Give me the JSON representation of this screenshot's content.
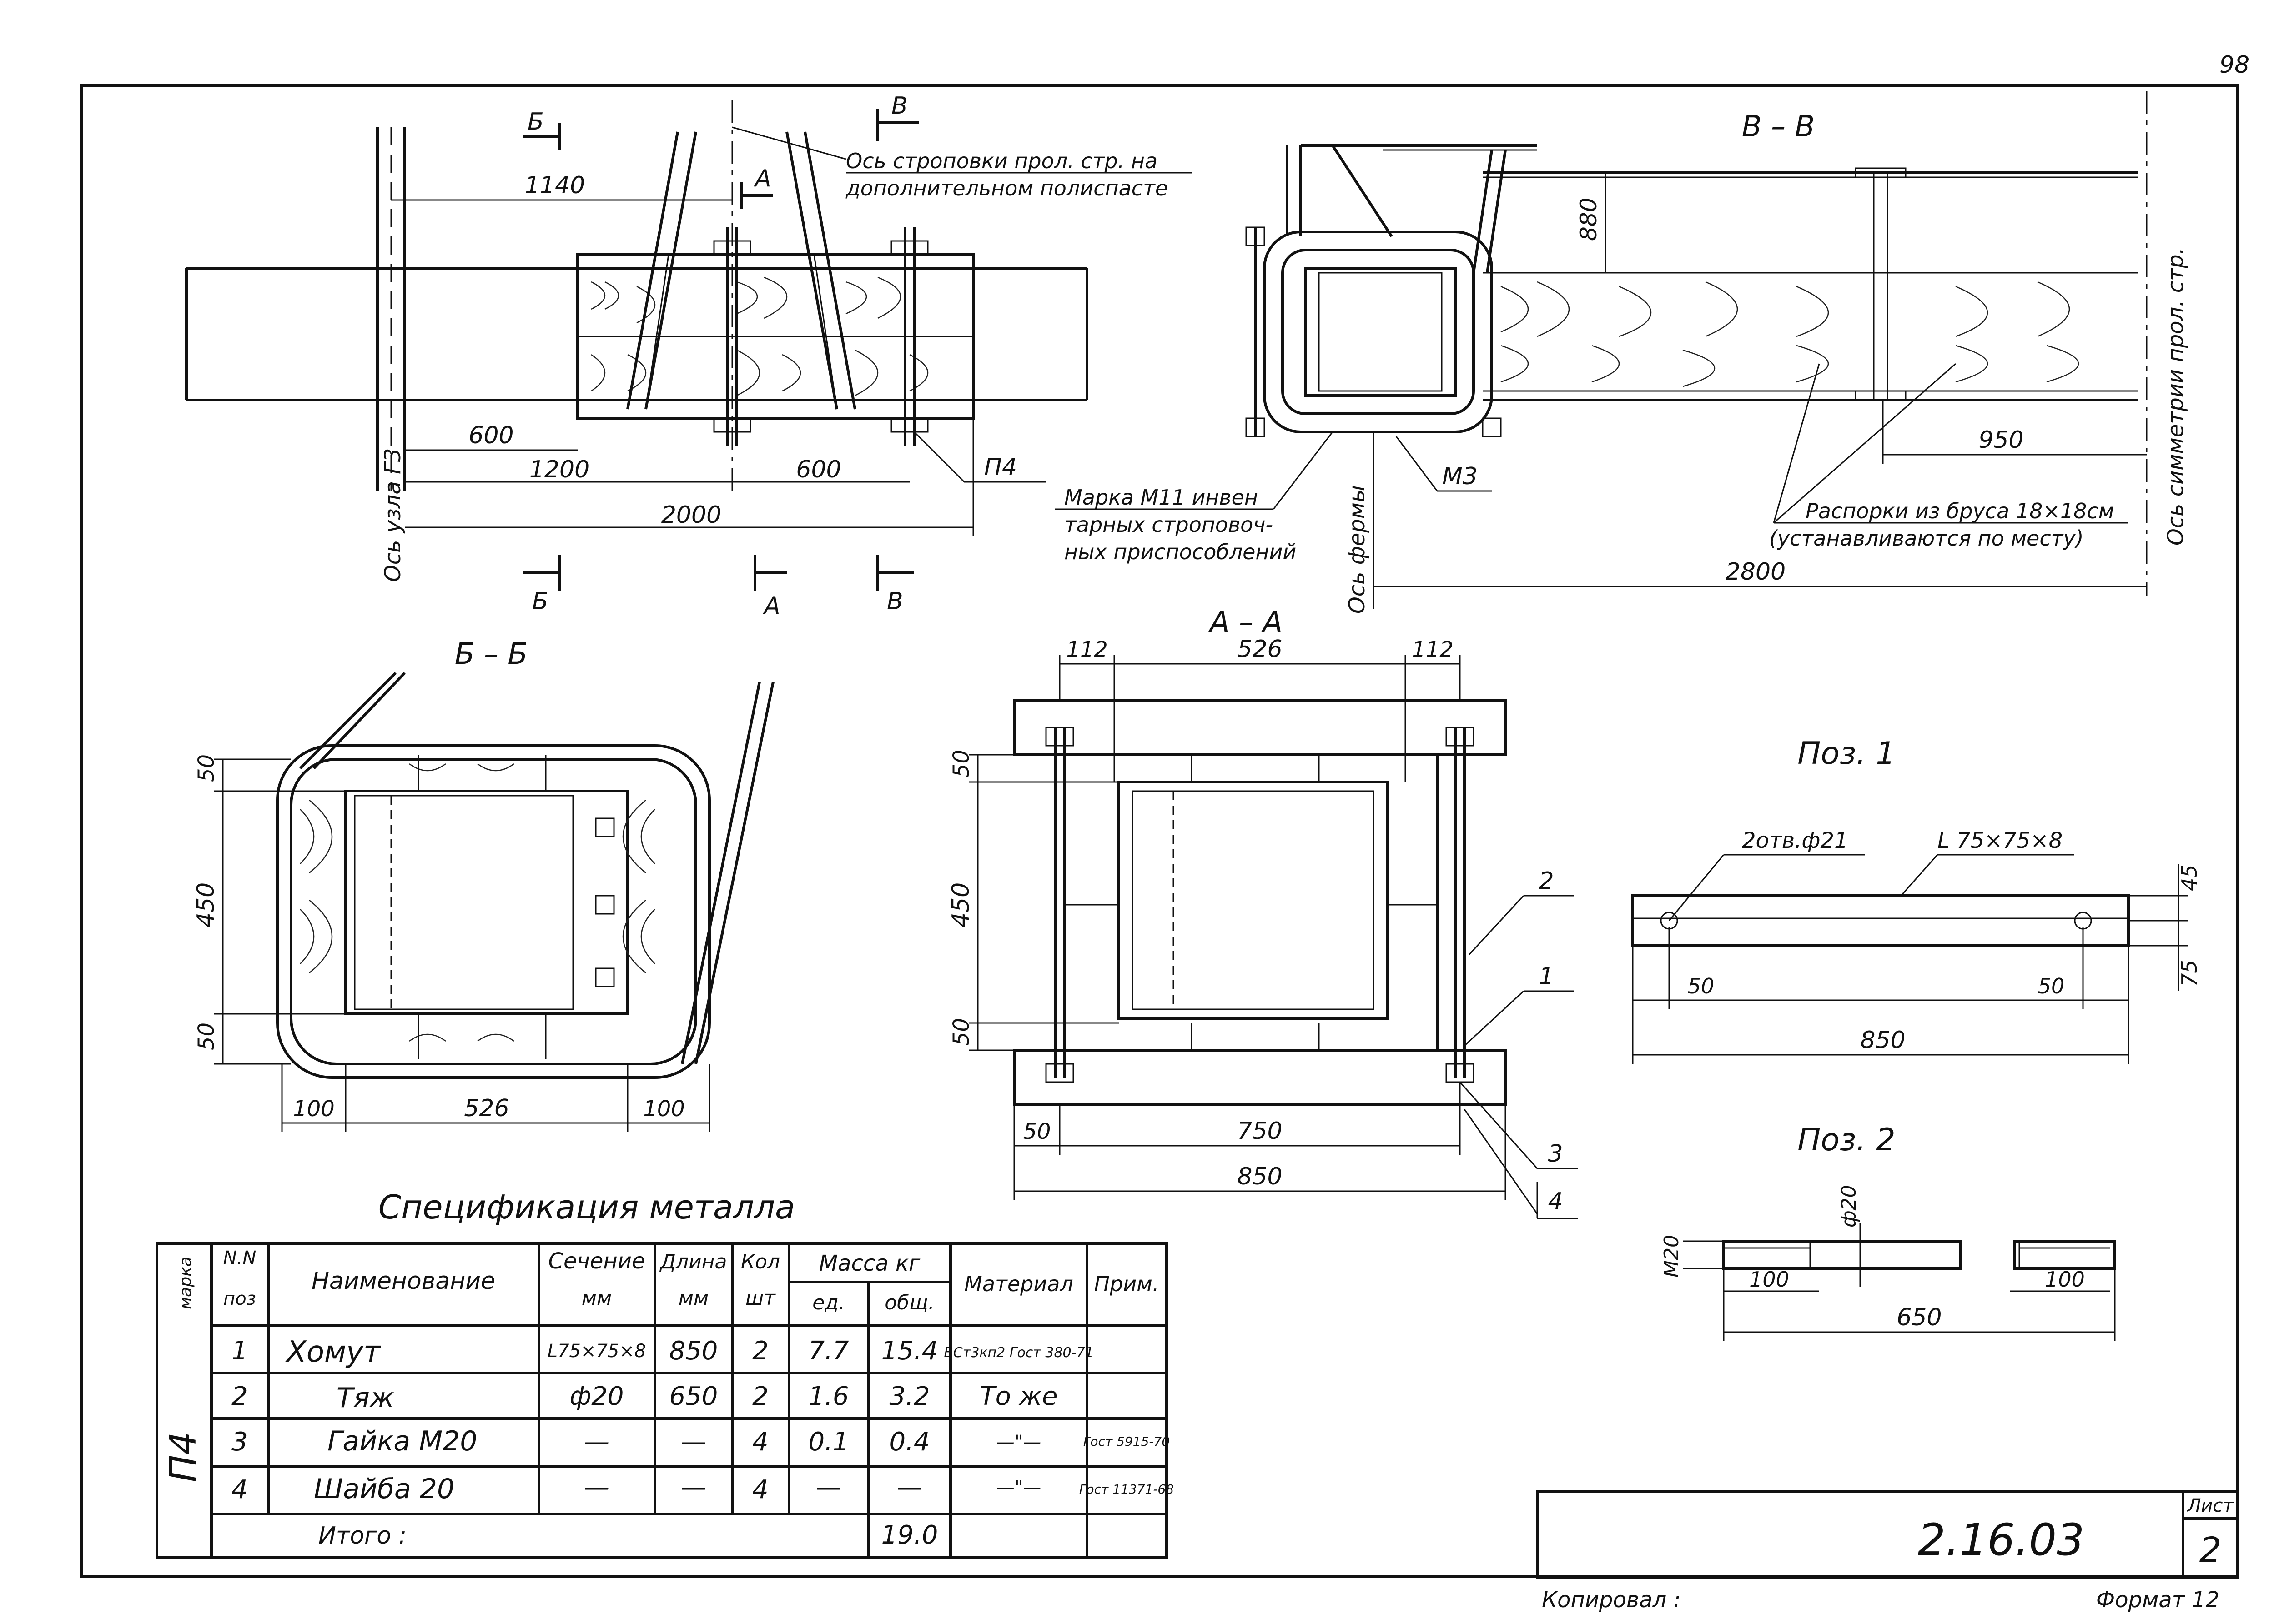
{
  "page_number": "98",
  "top_left": {
    "section_marks": {
      "b": "Б",
      "v": "В",
      "a": "А"
    },
    "dim_1140": "1140",
    "axis_note_1": "Ось строповки прол. стр. на",
    "axis_note_2": "дополнительном полиспасте",
    "node_axis": "Ось узла Г3",
    "dim_600a": "600",
    "dim_1200": "1200",
    "dim_600b": "600",
    "dim_2000": "2000",
    "pos_p4": "П4"
  },
  "view_vv": {
    "title": "В – В",
    "dim_880": "880",
    "dim_950": "950",
    "dim_2800": "2800",
    "note_marka_1": "Марка М11 инвен",
    "note_marka_2": "тарных строповоч-",
    "note_marka_3": "ных приспособлений",
    "label_m3": "М3",
    "truss_axis": "Ось фермы",
    "sym_axis": "Ось симметрии прол. стр.",
    "spacer_1": "Распорки из бруса 18×18см",
    "spacer_2": "(устанавливаются по месту)"
  },
  "view_bb": {
    "title": "Б – Б",
    "dim_50a": "50",
    "dim_450": "450",
    "dim_50b": "50",
    "dim_100a": "100",
    "dim_526": "526",
    "dim_100b": "100"
  },
  "view_aa": {
    "title": "А – А",
    "dim_112a": "112",
    "dim_526": "526",
    "dim_112b": "112",
    "dim_50a": "50",
    "dim_450": "450",
    "dim_50b": "50",
    "dim_50c": "50",
    "dim_750": "750",
    "dim_850": "850",
    "callouts": [
      "1",
      "2",
      "3",
      "4"
    ]
  },
  "poz1": {
    "title": "Поз. 1",
    "holes": "2отв.ф21",
    "angle": "L 75×75×8",
    "dim_45": "45",
    "dim_75": "75",
    "dim_50a": "50",
    "dim_50b": "50",
    "dim_850": "850"
  },
  "poz2": {
    "title": "Поз. 2",
    "m20": "М20",
    "d20": "ф20",
    "dim_100a": "100",
    "dim_100b": "100",
    "dim_650": "650"
  },
  "spec": {
    "title": "Спецификация металла",
    "headers": {
      "mark": "марка",
      "num_1": "N.N",
      "num_2": "поз",
      "name": "Наименование",
      "section_1": "Сечение",
      "section_2": "мм",
      "length_1": "Длина",
      "length_2": "мм",
      "qty_1": "Кол",
      "qty_2": "шт",
      "mass": "Масса кг",
      "mass_unit": "ед.",
      "mass_total": "общ.",
      "material": "Материал",
      "note": "Прим."
    },
    "mark_value": "П4",
    "rows": [
      {
        "pos": "1",
        "name": "Хомут",
        "section": "L75×75×8",
        "length": "850",
        "qty": "2",
        "unit": "7.7",
        "total": "15.4",
        "material": "ВСт3кп2 Гост 380-71",
        "note": ""
      },
      {
        "pos": "2",
        "name": "Тяж",
        "section": "ф20",
        "length": "650",
        "qty": "2",
        "unit": "1.6",
        "total": "3.2",
        "material": "То же",
        "note": ""
      },
      {
        "pos": "3",
        "name": "Гайка М20",
        "section": "—",
        "length": "—",
        "qty": "4",
        "unit": "0.1",
        "total": "0.4",
        "material": "—\"—",
        "note": "Гост 5915-70"
      },
      {
        "pos": "4",
        "name": "Шайба 20",
        "section": "—",
        "length": "—",
        "qty": "4",
        "unit": "—",
        "total": "—",
        "material": "—\"—",
        "note": "Гост 11371-68"
      }
    ],
    "total_label": "Итого :",
    "total_value": "19.0"
  },
  "stamp": {
    "code": "2.16.03",
    "sheet_label": "Лист",
    "sheet_value": "2",
    "copied": "Копировал :",
    "format": "Формат 12"
  }
}
